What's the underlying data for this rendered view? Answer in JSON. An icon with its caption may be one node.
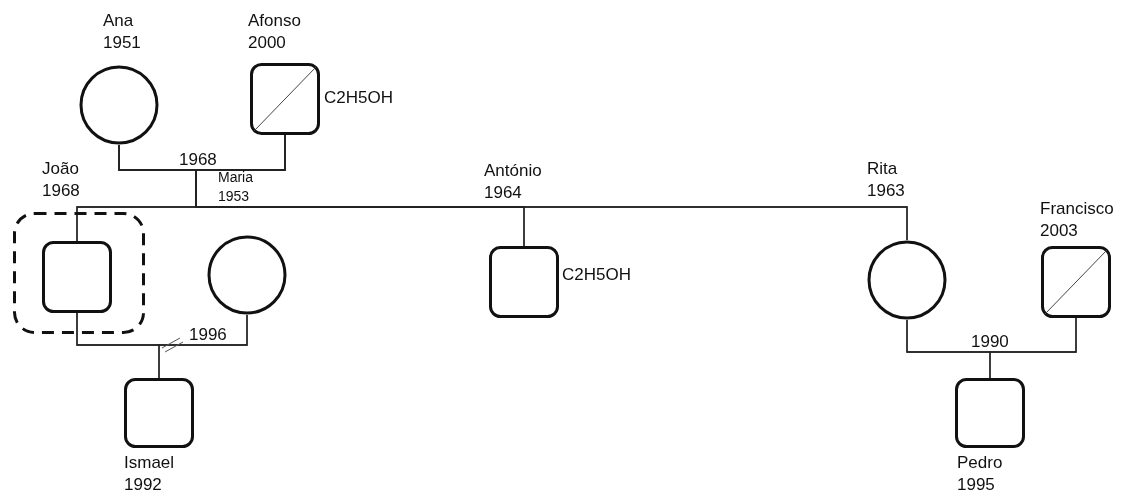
{
  "diagram": {
    "nodes": [
      {
        "text": [
          "Ana 1951"
        ]
      },
      {
        "text": [
          "Afonso 2000"
        ],
        "beside": [
          "C2H5OH"
        ]
      },
      {
        "text": [],
        "shape": "box"
      },
      {
        "text": [
          "João 1968"
        ],
        "in": 2
      },
      {
        "text": [
          "Maria 1953"
        ]
      },
      {
        "text": [
          "António 1964"
        ],
        "beside": [
          "C2H5OH"
        ]
      },
      {
        "text": [
          "Rita 1963"
        ]
      },
      {
        "text": [
          "Francisco 2003"
        ]
      },
      {
        "text": [
          "Ismael 1992"
        ]
      },
      {
        "text": [
          "Pedro 1995"
        ]
      }
    ],
    "edges": [
      {
        "from": 0,
        "to": 1,
        "arrow": "none",
        "label": "1968"
      },
      {
        "from": 0,
        "to": 3,
        "arrow": "none"
      },
      {
        "from": 0,
        "to": 5,
        "arrow": "none"
      },
      {
        "from": 0,
        "to": 6,
        "arrow": "none"
      },
      {
        "from": 1,
        "to": 3,
        "arrow": "none"
      },
      {
        "from": 1,
        "to": 5,
        "arrow": "none"
      },
      {
        "from": 1,
        "to": 6,
        "arrow": "none"
      },
      {
        "from": 3,
        "to": 4,
        "arrow": "none",
        "label": "1996"
      },
      {
        "from": 3,
        "to": 8,
        "arrow": "none"
      },
      {
        "from": 4,
        "to": 8,
        "arrow": "none"
      },
      {
        "from": 6,
        "to": 7,
        "arrow": "none",
        "label": "1990"
      },
      {
        "from": 6,
        "to": 9,
        "arrow": "none"
      },
      {
        "from": 7,
        "to": 9,
        "arrow": "none"
      }
    ]
  }
}
